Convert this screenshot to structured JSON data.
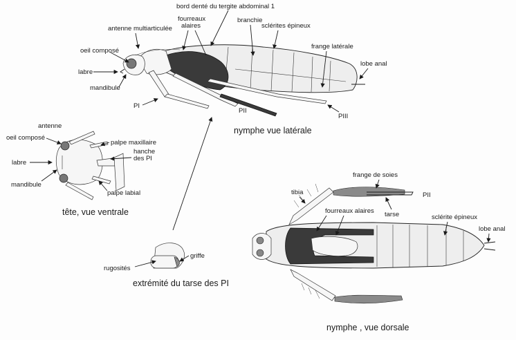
{
  "figure": {
    "lateral_view": {
      "caption": "nymphe vue latérale",
      "labels": {
        "bord_dente": "bord denté du tergite abdominal 1",
        "fourreaux_alaires": "fourreaux\nalaires",
        "fourreaux_line1": "fourreaux",
        "fourreaux_line2": "alaires",
        "branchie": "branchie",
        "sclerites_epineux": "sclérites épineux",
        "antenne": "antenne multiarticulée",
        "oeil": "oeil composé",
        "labre": "labre",
        "mandibule": "mandibule",
        "frange_laterale": "frange latérale",
        "lobe_anal": "lobe anal",
        "pi": "PI",
        "pii": "PII",
        "piii": "PIII"
      }
    },
    "head_ventral_view": {
      "caption": "tête, vue ventrale",
      "labels": {
        "antenne": "antenne",
        "oeil": "oeil composé",
        "labre": "labre",
        "mandibule": "mandibule",
        "palpe_maxillaire": "palpe maxillaire",
        "hanche_line1": "hanche",
        "hanche_line2": "des PI",
        "palpe_labial": "palpe labial"
      }
    },
    "tarsus_detail": {
      "caption": "extrémité du tarse des PI",
      "labels": {
        "griffe": "griffe",
        "rugosites": "rugosités"
      }
    },
    "dorsal_view": {
      "caption": "nymphe , vue dorsale",
      "labels": {
        "frange_soies": "frange de soies",
        "tibia": "tibia",
        "pii": "PII",
        "tarse": "tarse",
        "fourreaux_alaires": "fourreaux alaires",
        "sclerite_epineux": "sclérite épineux",
        "lobe_anal": "lobe anal"
      }
    }
  }
}
